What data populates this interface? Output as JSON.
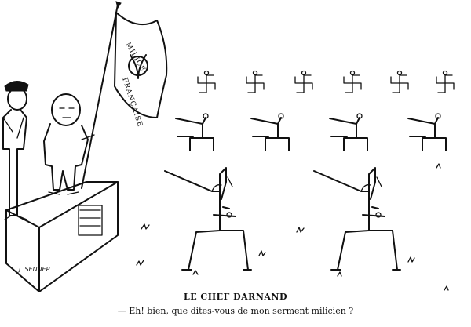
{
  "flag": {
    "text_top": "MILICE",
    "text_bottom": "FRANÇAISE"
  },
  "signature": "J. SENNEP",
  "caption": {
    "title": "LE CHEF DARNAND",
    "line": "— Eh! bien, que dites-vous de mon serment milicien ?"
  },
  "icons": [
    "gamma-emblem-icon",
    "swastika-figure"
  ]
}
